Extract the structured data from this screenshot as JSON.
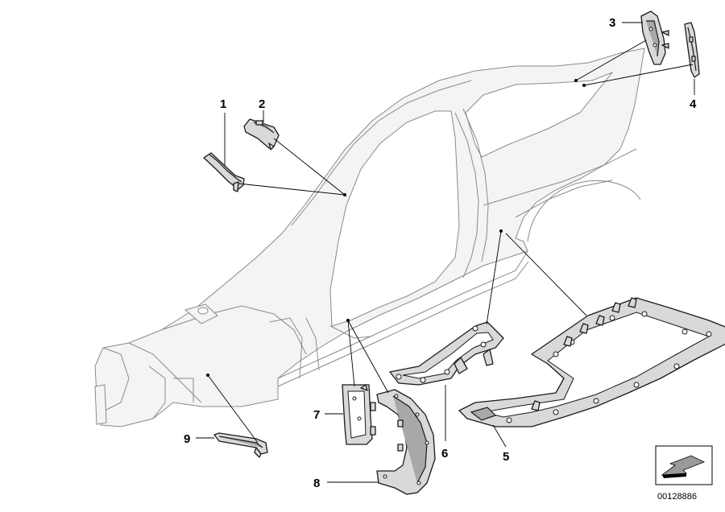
{
  "diagram": {
    "callouts": [
      {
        "id": "1",
        "label": "1"
      },
      {
        "id": "2",
        "label": "2"
      },
      {
        "id": "3",
        "label": "3"
      },
      {
        "id": "4",
        "label": "4"
      },
      {
        "id": "5",
        "label": "5"
      },
      {
        "id": "6",
        "label": "6"
      },
      {
        "id": "7",
        "label": "7"
      },
      {
        "id": "8",
        "label": "8"
      },
      {
        "id": "9",
        "label": "9"
      }
    ],
    "reference_number": "00128886",
    "colors": {
      "line": "#000000",
      "body_outline": "#8a8a8a",
      "part_fill": "#d9d9d9",
      "background": "#ffffff"
    }
  }
}
